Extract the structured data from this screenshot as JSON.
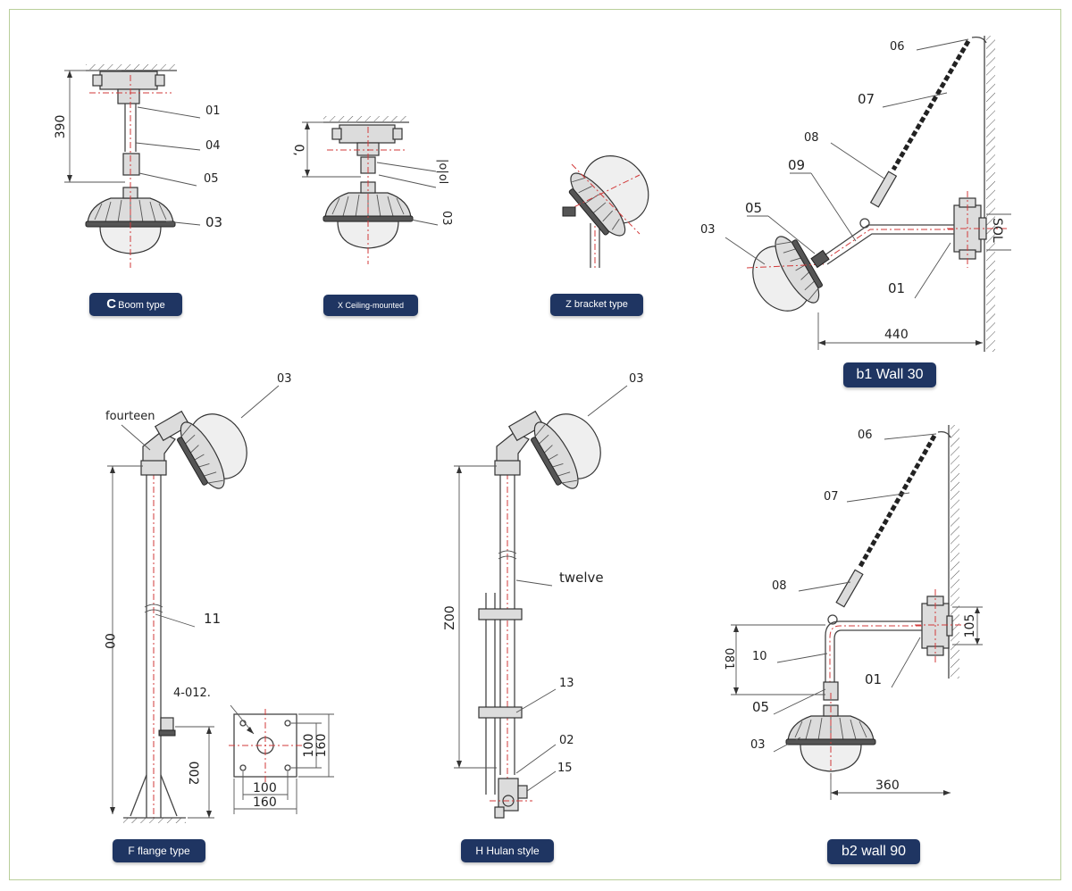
{
  "badges": {
    "boom": "Boom type",
    "boom_prefix": "C",
    "ceiling": "X Ceiling-mounted",
    "bracket": "Z bracket type",
    "wall30": "b1 Wall 30",
    "flange": "F flange type",
    "hulan": "H Hulan style",
    "wall90": "b2 wall 90"
  },
  "boom": {
    "dim_height": "390",
    "p01": "01",
    "p04": "04",
    "p05": "05",
    "p03": "03"
  },
  "ceiling": {
    "dim_height": "0,",
    "p_side": "|o|ol",
    "p03": "03"
  },
  "wall30": {
    "p06": "06",
    "p07": "07",
    "p08": "08",
    "p09": "09",
    "p05": "05",
    "p03": "03",
    "p01": "01",
    "dim_width": "440",
    "dim_right": "SOL"
  },
  "flange": {
    "p03": "03",
    "p14": "fourteen",
    "p11": "11",
    "dim_height": "00",
    "hole_note": "4-012.",
    "dim_base_height": "002",
    "dim_plate_w1": "100",
    "dim_plate_w2": "160",
    "dim_plate_h1": "100",
    "dim_plate_h2": "160"
  },
  "hulan": {
    "p03": "03",
    "p12": "twelve",
    "p13": "13",
    "p02": "02",
    "p15": "15",
    "dim_height": "Z00"
  },
  "wall90": {
    "p06": "06",
    "p07": "07",
    "p08": "08",
    "p10": "10",
    "p05": "05",
    "p03": "03",
    "p01": "01",
    "dim_drop": "081",
    "dim_flange": "105",
    "dim_width": "360"
  }
}
